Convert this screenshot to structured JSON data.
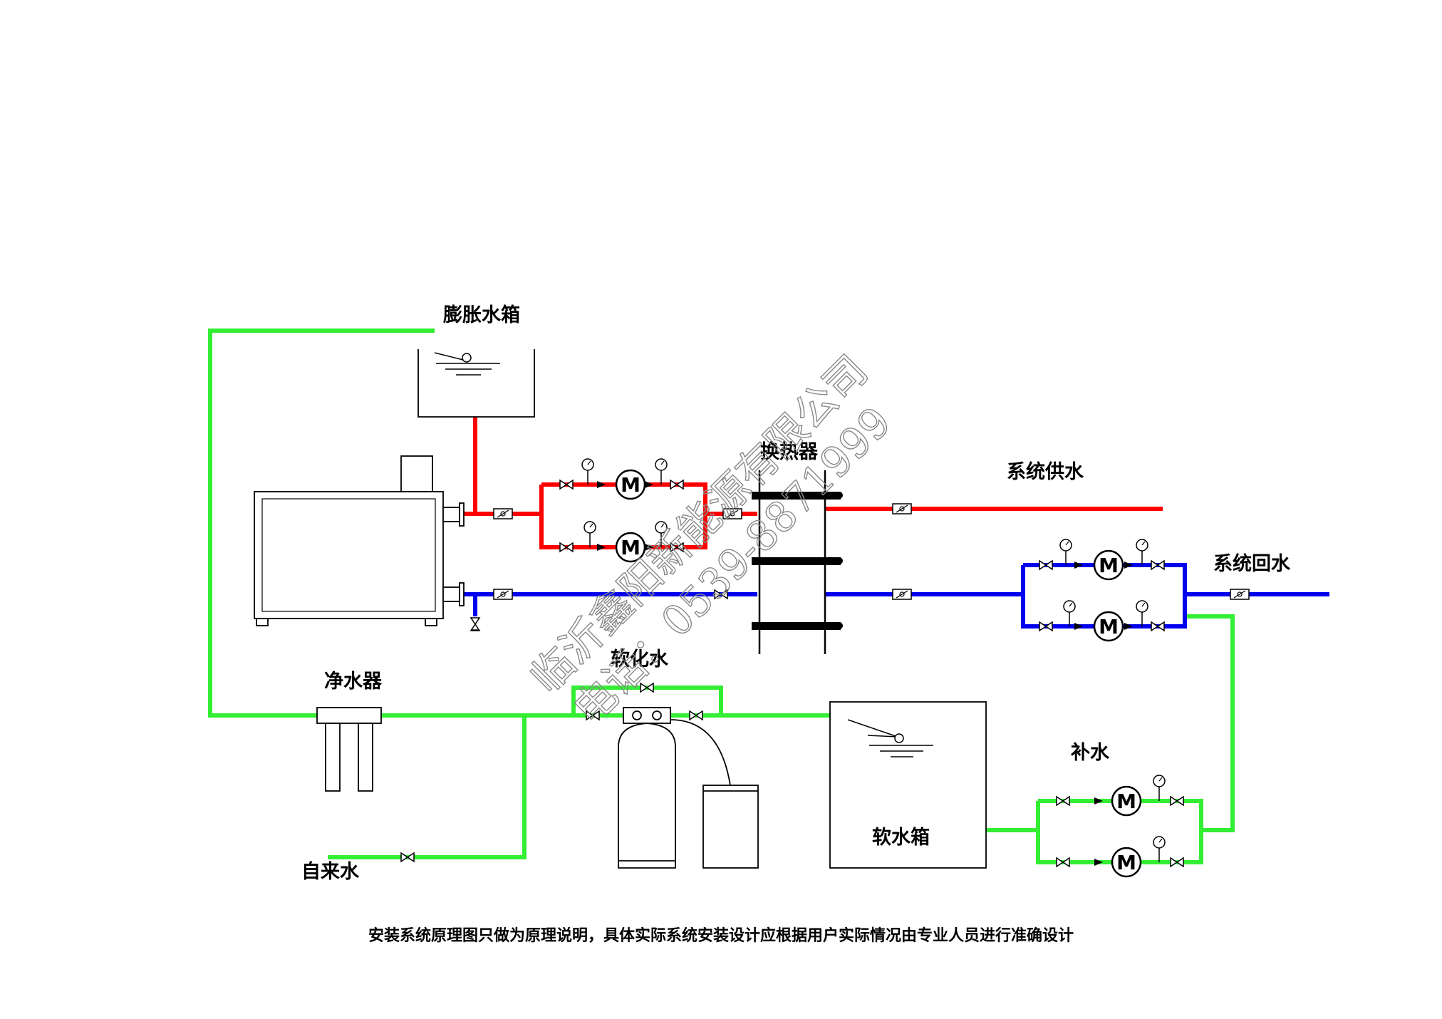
{
  "labels": {
    "expansion_tank": "膨胀水箱",
    "heat_exchanger": "换热器",
    "system_supply": "系统供水",
    "system_return": "系统回水",
    "water_purifier": "净水器",
    "softened_water": "软化水",
    "tap_water": "自来水",
    "soft_water_tank": "软水箱",
    "makeup_water": "补水"
  },
  "footer_note": "安装系统原理图只做为原理说明，具体实际系统安装设计应根据用户实际情况由专业人员进行准确设计",
  "watermark": {
    "company": "临沂鑫阳新能源有限公司",
    "phone": "电话：0539-8871999"
  },
  "pump_symbol": "M",
  "colors": {
    "hot_line": "#ff0000",
    "return_line": "#0000ee",
    "cold_line": "#33ee33",
    "outline": "#000000"
  }
}
